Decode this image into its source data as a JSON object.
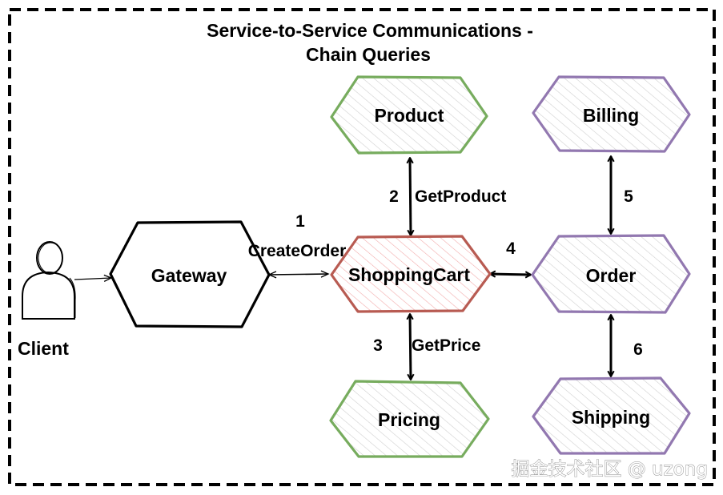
{
  "title": {
    "line1": "Service-to-Service Communications -",
    "line2": "Chain Queries"
  },
  "colors": {
    "border": "#000000",
    "green_stroke": "#77ac5e",
    "green_hatch": "#c9c9c9",
    "red_stroke": "#b85b52",
    "red_hatch": "#f1a8a8",
    "purple_stroke": "#9278b0",
    "purple_hatch": "#c9c9c9",
    "black_stroke": "#000000"
  },
  "actor": {
    "label": "Client",
    "icon": "person-icon"
  },
  "nodes": {
    "gateway": {
      "label": "Gateway",
      "theme": "black"
    },
    "product": {
      "label": "Product",
      "theme": "green"
    },
    "shoppingcart": {
      "label": "ShoppingCart",
      "theme": "red"
    },
    "pricing": {
      "label": "Pricing",
      "theme": "green"
    },
    "billing": {
      "label": "Billing",
      "theme": "purple"
    },
    "order": {
      "label": "Order",
      "theme": "purple"
    },
    "shipping": {
      "label": "Shipping",
      "theme": "purple"
    }
  },
  "edges": {
    "client_gateway": {
      "from": "Client",
      "to": "Gateway",
      "step": "",
      "label": ""
    },
    "gateway_cart": {
      "from": "Gateway",
      "to": "ShoppingCart",
      "step": "1",
      "label": "CreateOrder"
    },
    "cart_product": {
      "from": "ShoppingCart",
      "to": "Product",
      "step": "2",
      "label": "GetProduct"
    },
    "cart_pricing": {
      "from": "ShoppingCart",
      "to": "Pricing",
      "step": "3",
      "label": "GetPrice"
    },
    "cart_order": {
      "from": "ShoppingCart",
      "to": "Order",
      "step": "4",
      "label": ""
    },
    "order_billing": {
      "from": "Order",
      "to": "Billing",
      "step": "5",
      "label": ""
    },
    "order_shipping": {
      "from": "Order",
      "to": "Shipping",
      "step": "6",
      "label": ""
    }
  },
  "watermark": "掘金技术社区 @ uzong"
}
